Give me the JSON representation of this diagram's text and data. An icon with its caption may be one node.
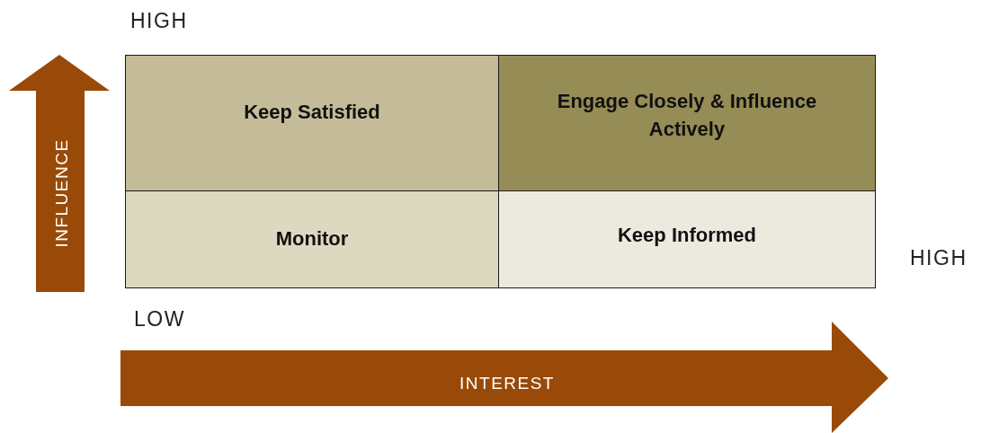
{
  "diagram": {
    "nodes": [
      {
        "text": [
          "Keep Satisfied"
        ]
      },
      {
        "text": [
          "Engage Closely & Influence Actively"
        ]
      },
      {
        "text": [
          "Monitor"
        ]
      },
      {
        "text": [
          "Keep Informed"
        ]
      }
    ],
    "labels": [
      "HIGH",
      "INFLUENCE",
      "HIGH",
      "LOW",
      "INTEREST"
    ]
  }
}
